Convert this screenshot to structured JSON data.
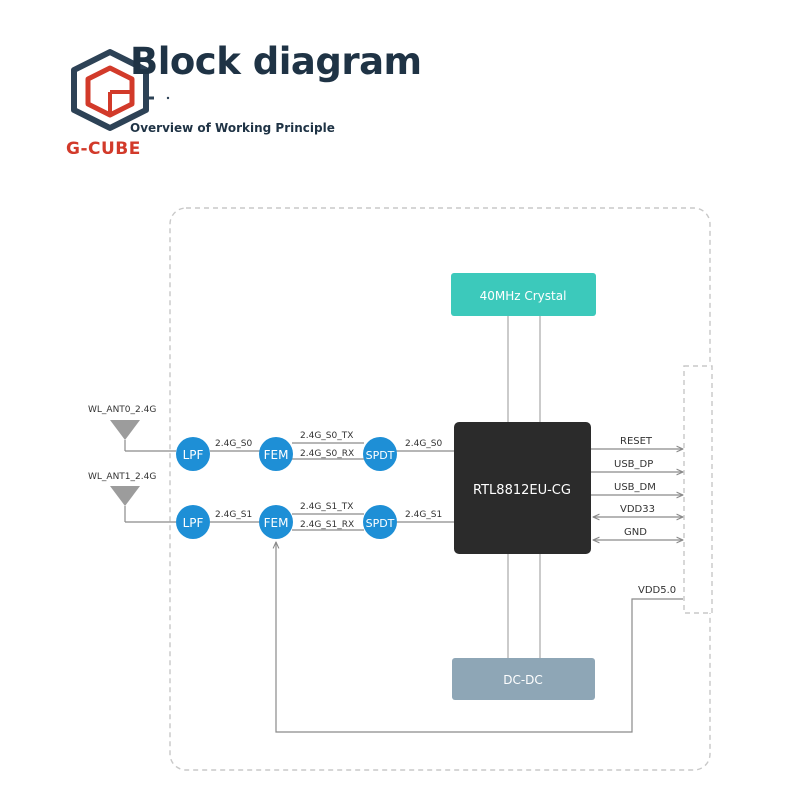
{
  "header": {
    "title": "Block diagram",
    "subtitle": "Overview of Working Principle",
    "brand": "G-CUBE"
  },
  "diagram": {
    "crystal": "40MHz Crystal",
    "chip": "RTL8812EU-CG",
    "dcdc": "DC-DC",
    "antennas": [
      "WL_ANT0_2.4G",
      "WL_ANT1_2.4G"
    ],
    "nodes": {
      "lpf": "LPF",
      "fem": "FEM",
      "spdt": "SPDT"
    },
    "chain0": {
      "lpf_out": "2.4G_S0",
      "tx": "2.4G_S0_TX",
      "rx": "2.4G_S0_RX",
      "spdt_out": "2.4G_S0"
    },
    "chain1": {
      "lpf_out": "2.4G_S1",
      "tx": "2.4G_S1_TX",
      "rx": "2.4G_S1_RX",
      "spdt_out": "2.4G_S1"
    },
    "signals": [
      "RESET",
      "USB_DP",
      "USB_DM",
      "VDD33",
      "GND"
    ],
    "power": "VDD5.0"
  },
  "colors": {
    "title": "#1f3345",
    "brand": "#d23a2a",
    "node_blue": "#1e8fd6",
    "crystal": "#3cc9bb",
    "chip": "#2b2b2b",
    "dcdc": "#8ea6b6",
    "line": "#8a8a8a"
  }
}
